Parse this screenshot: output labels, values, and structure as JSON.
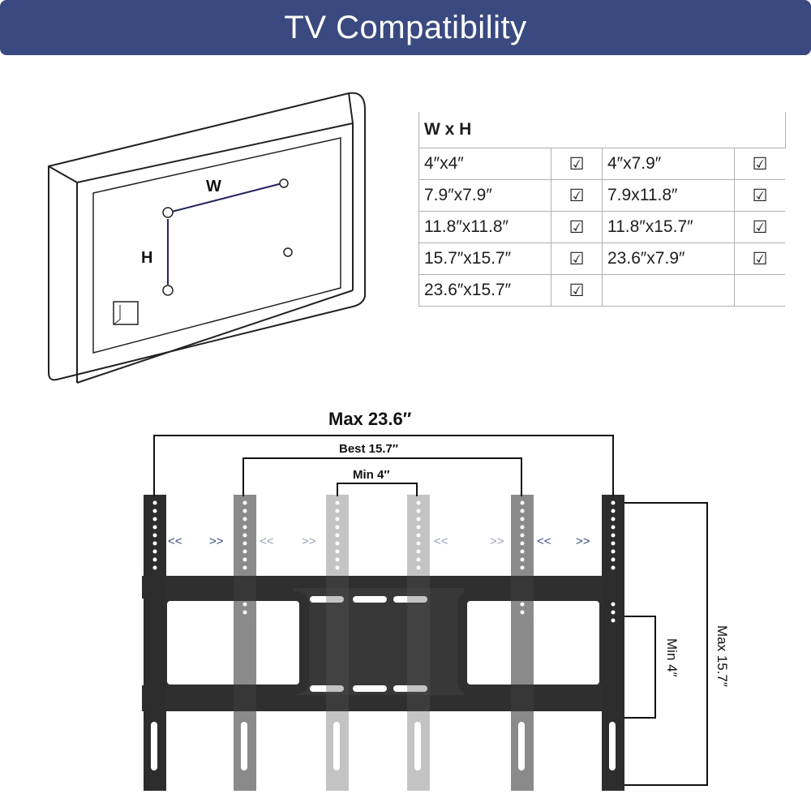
{
  "banner": {
    "title": "TV  Compatibility"
  },
  "tv_illustration": {
    "w_label": "W",
    "h_label": "H"
  },
  "table": {
    "header": "W x H",
    "rows": [
      {
        "size1": "4″x4″",
        "size2": "4″x7.9″"
      },
      {
        "size1": "7.9″x7.9″",
        "size2": "7.9x11.8″"
      },
      {
        "size1": "11.8″x11.8″",
        "size2": "11.8″x15.7″"
      },
      {
        "size1": "15.7″x15.7″",
        "size2": "23.6″x7.9″"
      },
      {
        "size1": "23.6″x15.7″",
        "size2": ""
      }
    ],
    "check_icon": "checkbox-check-icon"
  },
  "mount": {
    "max_width": "Max 23.6″",
    "best_width": "Best 15.7″",
    "min_width": "Min 4″",
    "min_height": "Min 4″",
    "max_height": "Max 15.7″",
    "arrow_left": "<<",
    "arrow_right": ">>"
  },
  "colors": {
    "banner": "#3a4a80",
    "arrow_blue": "#3a4a80"
  }
}
